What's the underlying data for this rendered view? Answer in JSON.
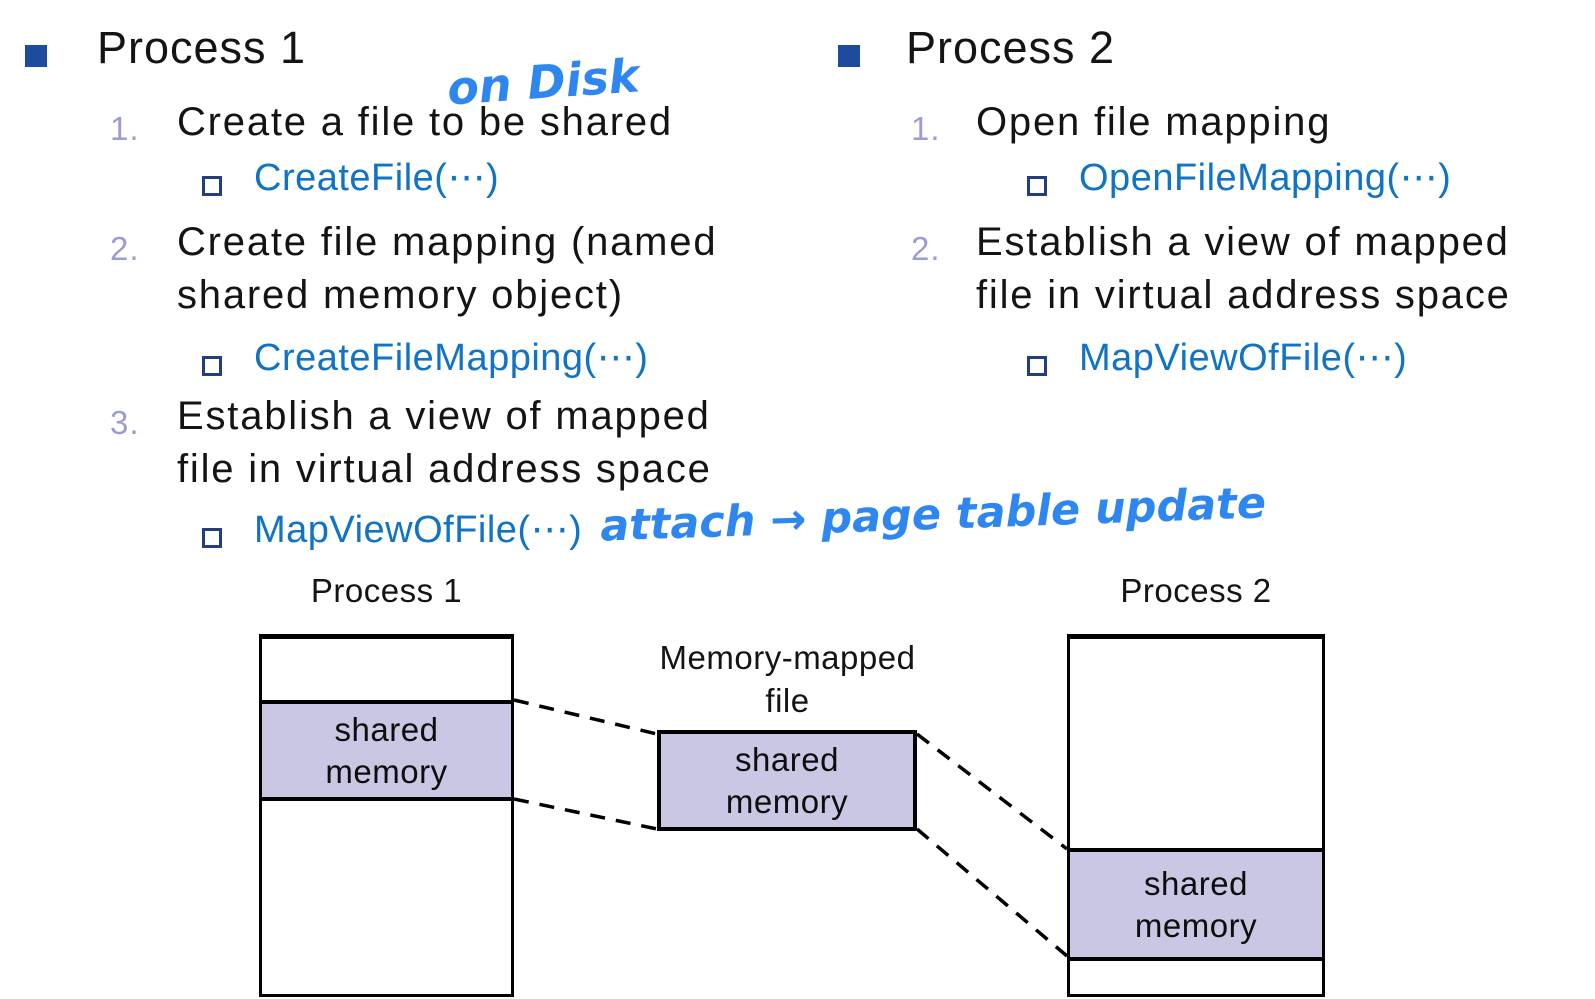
{
  "left_column": {
    "header": "Process 1",
    "items": [
      {
        "number": "1.",
        "lines": [
          "Create a file to be shared"
        ],
        "api": "CreateFile(⋯)"
      },
      {
        "number": "2.",
        "lines": [
          "Create file mapping (named",
          "shared memory object)"
        ],
        "api": "CreateFileMapping(⋯)"
      },
      {
        "number": "3.",
        "lines": [
          "Establish a view of mapped",
          "file in virtual address space"
        ],
        "api": "MapViewOfFile(⋯)"
      }
    ]
  },
  "right_column": {
    "header": "Process 2",
    "items": [
      {
        "number": "1.",
        "lines": [
          "Open file mapping"
        ],
        "api": "OpenFileMapping(⋯)"
      },
      {
        "number": "2.",
        "lines": [
          "Establish a view of mapped",
          "file in virtual address space"
        ],
        "api": "MapViewOfFile(⋯)"
      }
    ]
  },
  "handwritten": {
    "on_disk": "on Disk",
    "attach_note": "attach → page table update",
    "ink_color": "#2e86f0"
  },
  "diagram": {
    "process1_label": "Process 1",
    "process2_label": "Process 2",
    "mmf_label_line1": "Memory-mapped",
    "mmf_label_line2": "file",
    "shared_line1": "shared",
    "shared_line2": "memory"
  },
  "colors": {
    "api_text": "#1173c4",
    "list_number": "#9b9bd7",
    "main_bullet": "#1d4b9e",
    "sub_bullet_border": "#233e7e",
    "shared_band_fill": "#c9c7e4",
    "text": "#141414"
  }
}
